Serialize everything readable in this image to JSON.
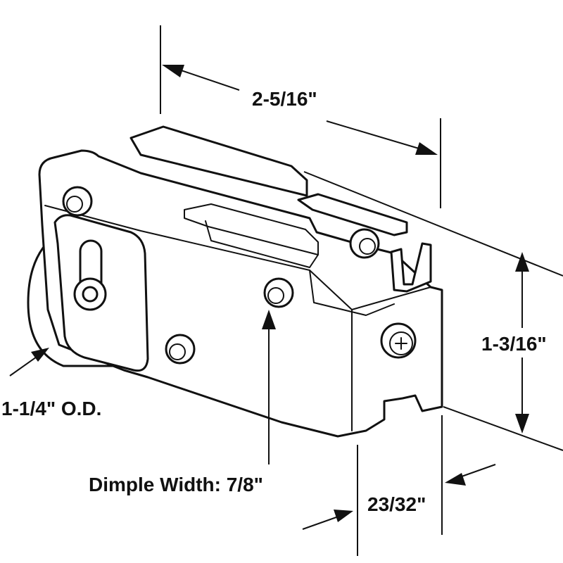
{
  "dimensions": {
    "length": "2-5/16\"",
    "height": "1-3/16\"",
    "wheel_od": "1-1/4\" O.D.",
    "dimple_width": "Dimple Width: 7/8\"",
    "depth": "23/32\""
  },
  "colors": {
    "line": "#111111",
    "background": "#ffffff"
  }
}
